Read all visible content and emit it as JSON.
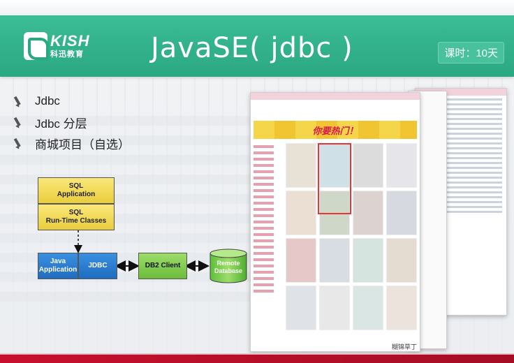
{
  "slide": {
    "title": "JavaSE( jdbc )",
    "hours_badge": "课时：10天",
    "logo": {
      "en": "KISH",
      "cn": "科迅教育"
    },
    "colors": {
      "header_green": "#2aa882",
      "bottom_red": "#c8102e"
    }
  },
  "bullets": [
    {
      "text": "Jdbc",
      "icon": "pencil-icon"
    },
    {
      "text": "Jdbc 分层",
      "icon": "pencil-icon"
    },
    {
      "text": "商城项目（自选）",
      "icon": "pencil-icon"
    }
  ],
  "diagram": {
    "sql_application": "SQL\nApplication",
    "sql_runtime": "SQL\nRun-Time Classes",
    "java_application": "Java\nApplication",
    "jdbc": "JDBC",
    "db2_client": "DB2 Client",
    "remote_database": "Remote\nDatabase"
  },
  "collage": {
    "banner_text": "你要热门！",
    "watermark": "糊锦草丁"
  }
}
